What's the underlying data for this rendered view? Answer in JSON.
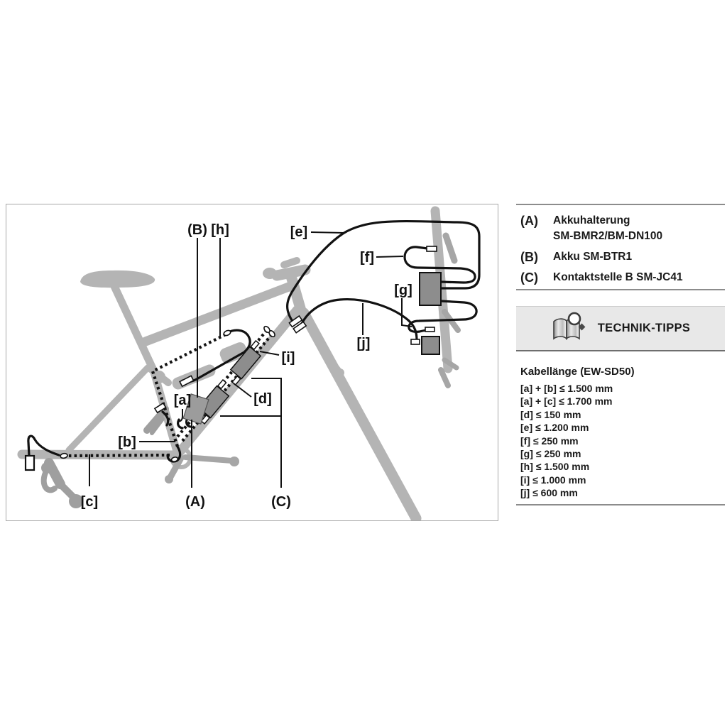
{
  "diagram": {
    "labels": {
      "A": "(A)",
      "B": "(B)",
      "C": "(C)",
      "a": "[a]",
      "b": "[b]",
      "c": "[c]",
      "d": "[d]",
      "e": "[e]",
      "f": "[f]",
      "g": "[g]",
      "h": "[h]",
      "i": "[i]",
      "j": "[j]"
    }
  },
  "legend": {
    "items": [
      {
        "key": "(A)",
        "label": "Akkuhalterung",
        "label2": "SM-BMR2/BM-DN100"
      },
      {
        "key": "(B)",
        "label": "Akku SM-BTR1",
        "label2": ""
      },
      {
        "key": "(C)",
        "label": "Kontaktstelle B SM-JC41",
        "label2": ""
      }
    ]
  },
  "tips": {
    "title": "TECHNIK-TIPPS",
    "icon": "book-with-magnifier-icon"
  },
  "cable_lengths": {
    "title": "Kabellänge (EW-SD50)",
    "items": [
      "[a] + [b] ≤ 1.500 mm",
      "[a] + [c] ≤ 1.700 mm",
      "[d] ≤ 150 mm",
      "[e] ≤ 1.200 mm",
      "[f] ≤ 250 mm",
      "[g] ≤ 250 mm",
      "[h] ≤ 1.500 mm",
      "[i] ≤ 1.000 mm",
      "[j] ≤ 600 mm"
    ]
  },
  "colors": {
    "frame_gray": "#b4b4b4",
    "component_gray": "#8d8d8d",
    "cable_black": "#121212",
    "panel_line_gray": "#8c8c8c",
    "tips_bar_bg": "#e8e8e8",
    "text": "#1a1a1a"
  }
}
